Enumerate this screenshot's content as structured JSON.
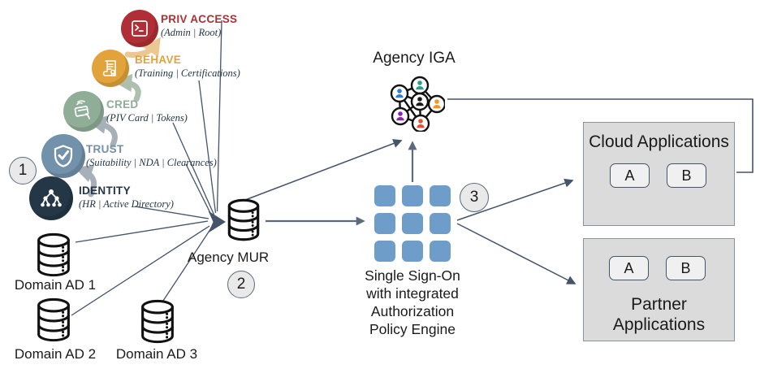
{
  "chain": {
    "items": [
      {
        "id": "identity",
        "label": "IDENTITY",
        "sub": "(HR | Active Directory)",
        "color": "#243746"
      },
      {
        "id": "trust",
        "label": "TRUST",
        "sub": "(Suitability | NDA | Clearances)",
        "color": "#7291ab"
      },
      {
        "id": "cred",
        "label": "CRED",
        "sub": "(PIV Card | Tokens)",
        "color": "#8fad97"
      },
      {
        "id": "behave",
        "label": "BEHAVE",
        "sub": "(Training | Certifications)",
        "color": "#e2a33b"
      },
      {
        "id": "priv_access",
        "label": "PRIV ACCESS",
        "sub": "(Admin | Root)",
        "color": "#b02e35"
      }
    ]
  },
  "badges": {
    "one": "1",
    "two": "2",
    "three": "3"
  },
  "databases": {
    "ad1": {
      "label": "Domain AD 1"
    },
    "ad2": {
      "label": "Domain AD 2"
    },
    "ad3": {
      "label": "Domain AD 3"
    },
    "mur": {
      "label": "Agency MUR"
    }
  },
  "iga": {
    "label": "Agency IGA",
    "node_colors": {
      "top": "#2a9d8f",
      "upper_left": "#2d7dd2",
      "center": "#1a1a1a",
      "right": "#f7941d",
      "lower_left": "#8e24aa",
      "bottom": "#e8502e"
    }
  },
  "sso": {
    "lines": [
      "Single Sign-On",
      "with integrated",
      "Authorization",
      "Policy Engine"
    ]
  },
  "cloud_box": {
    "title": "Cloud Applications",
    "app_a": "A",
    "app_b": "B"
  },
  "partner_box": {
    "title": "Partner Applications",
    "app_a": "A",
    "app_b": "B"
  },
  "colors": {
    "connector": "#44546a",
    "thick_connector": "#5a6b7e",
    "grid_blue": "#6d9dc8",
    "box_fill": "#dbdbdb",
    "box_border": "#8a93a0",
    "badge_fill": "#e9e9e9",
    "swoosh_gray": "#a7afb8",
    "swoosh_sage": "#adbfaf",
    "swoosh_tan": "#ebc893"
  }
}
